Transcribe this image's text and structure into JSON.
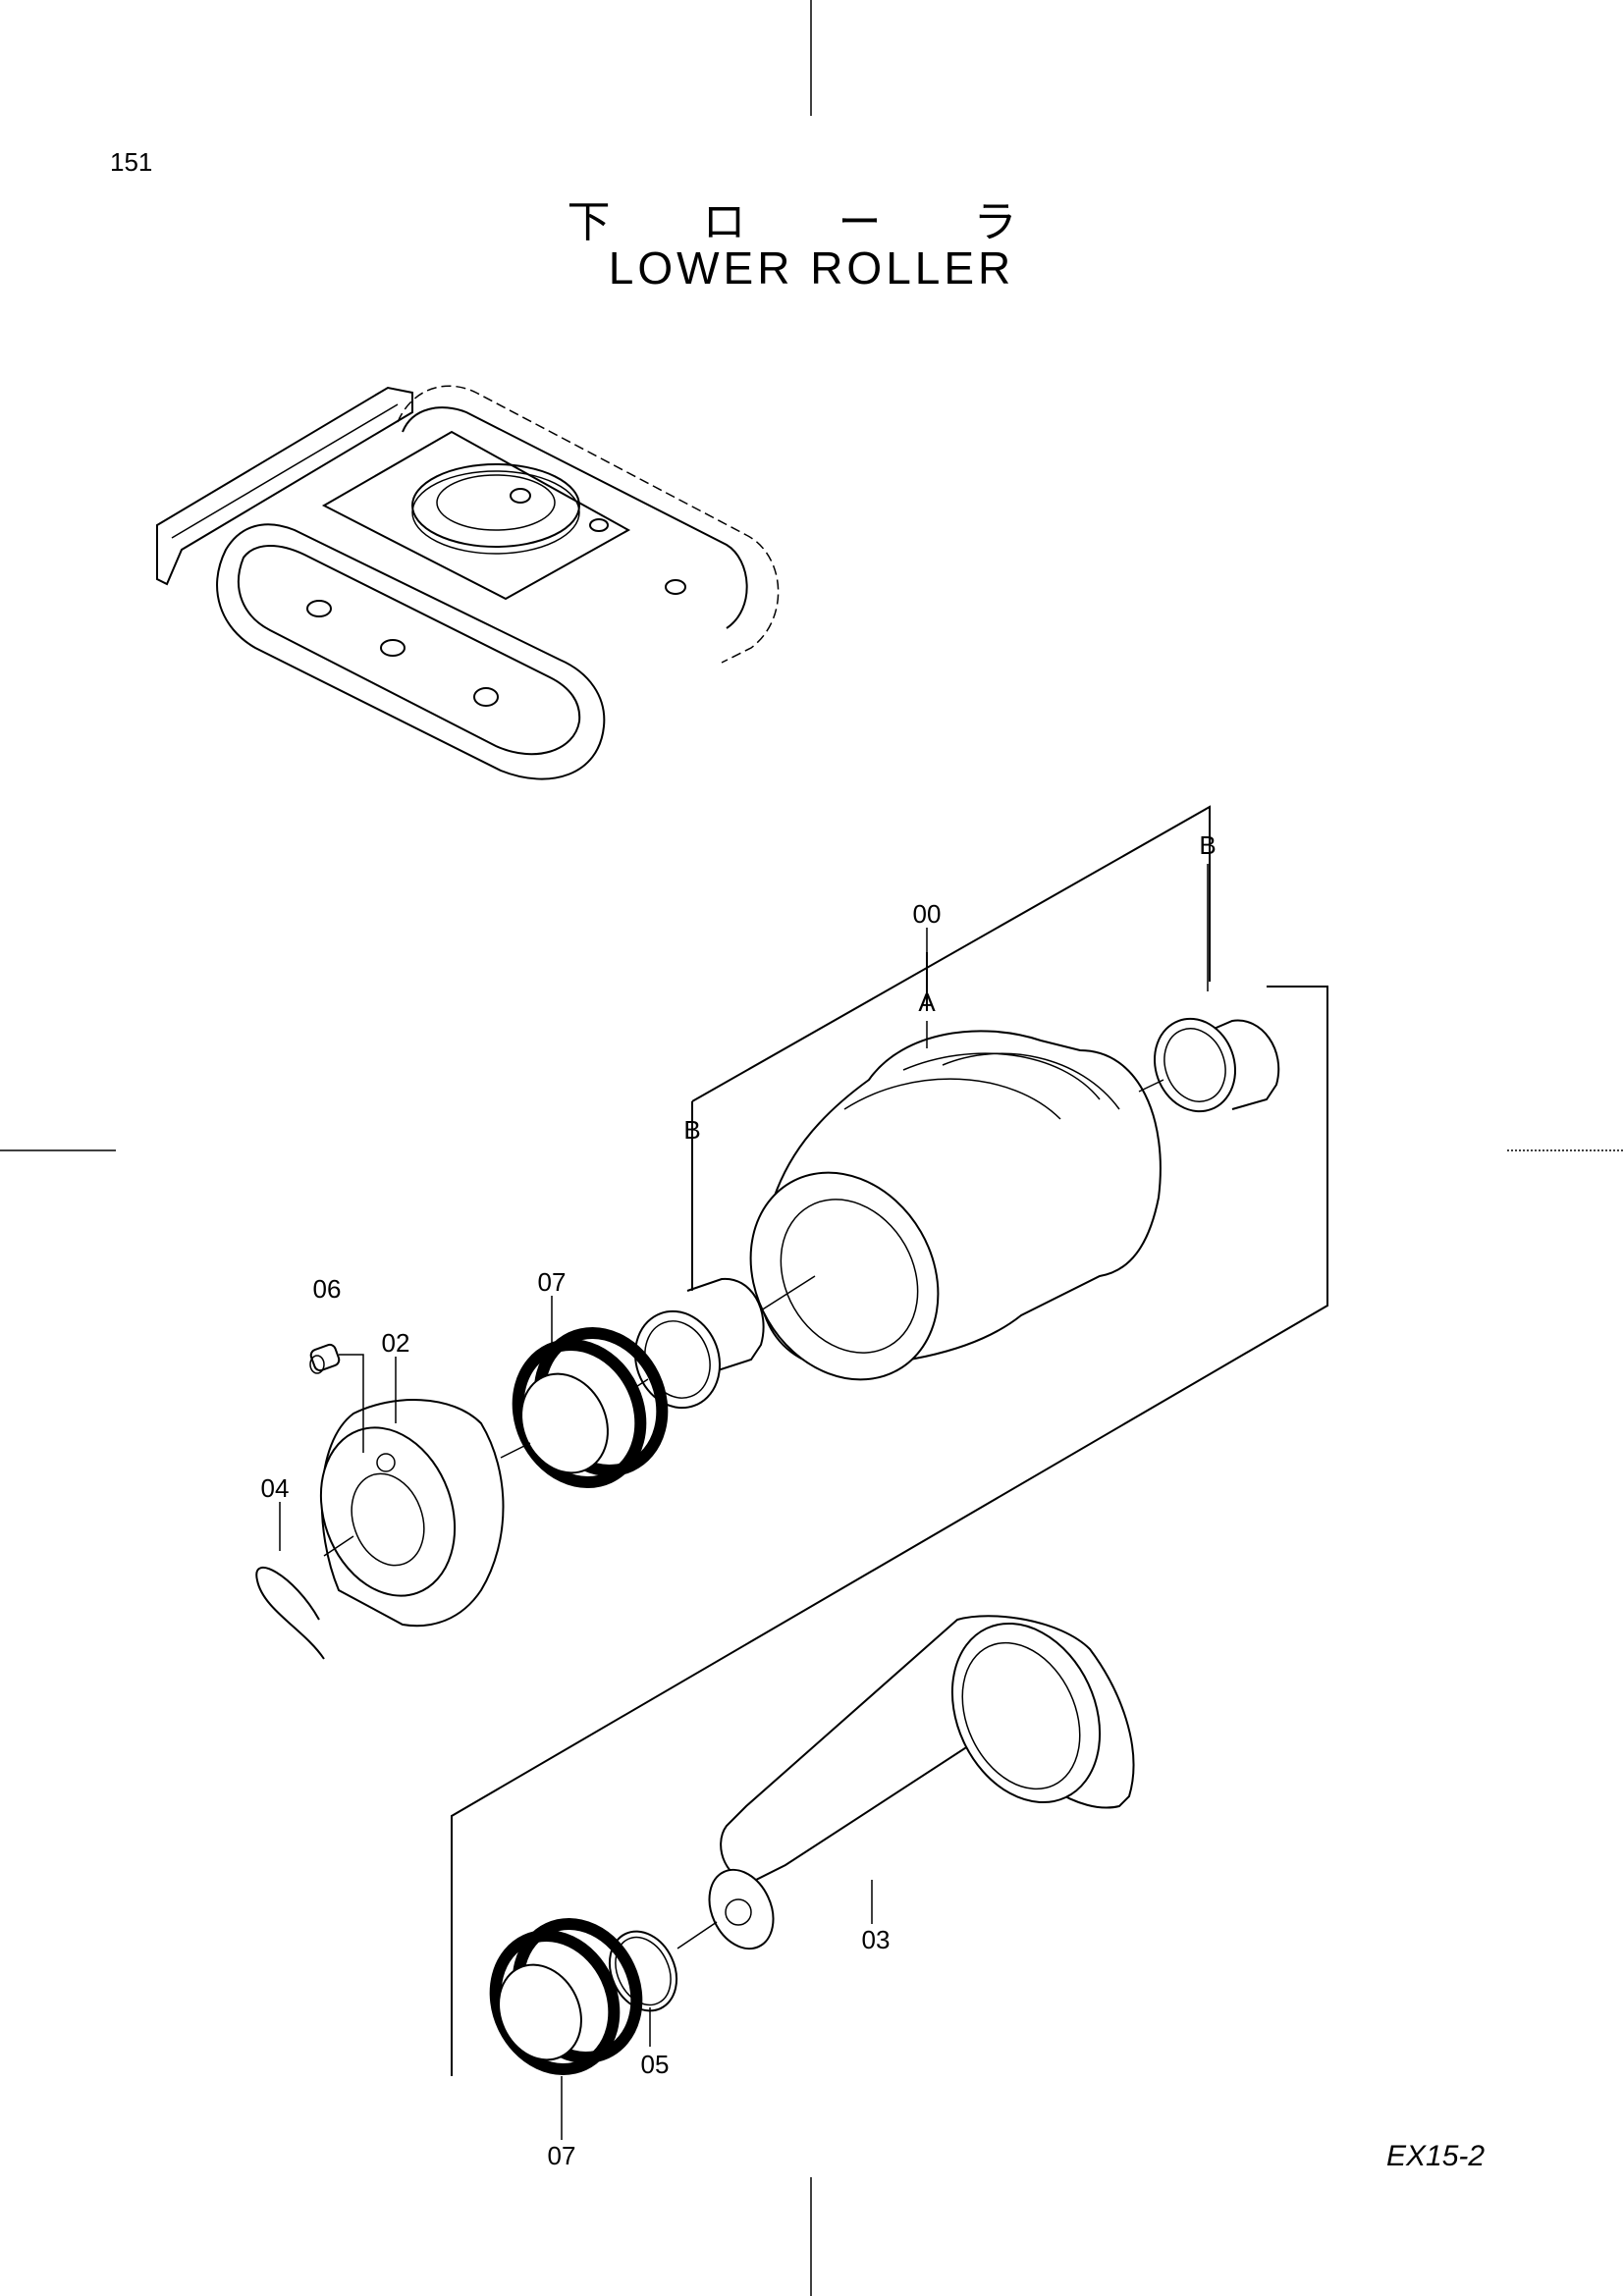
{
  "page_number": "151",
  "title_jp": "下 ロ ー ラ",
  "title_en": "LOWER ROLLER",
  "model_code": "EX15-2",
  "callouts": {
    "assy": "00",
    "roller": "A",
    "bush_right": "B",
    "bush_left": "B",
    "collar": "02",
    "shaft": "03",
    "snap_ring": "04",
    "o_ring": "05",
    "plug": "06",
    "seal_upper": "07",
    "seal_lower": "07"
  }
}
